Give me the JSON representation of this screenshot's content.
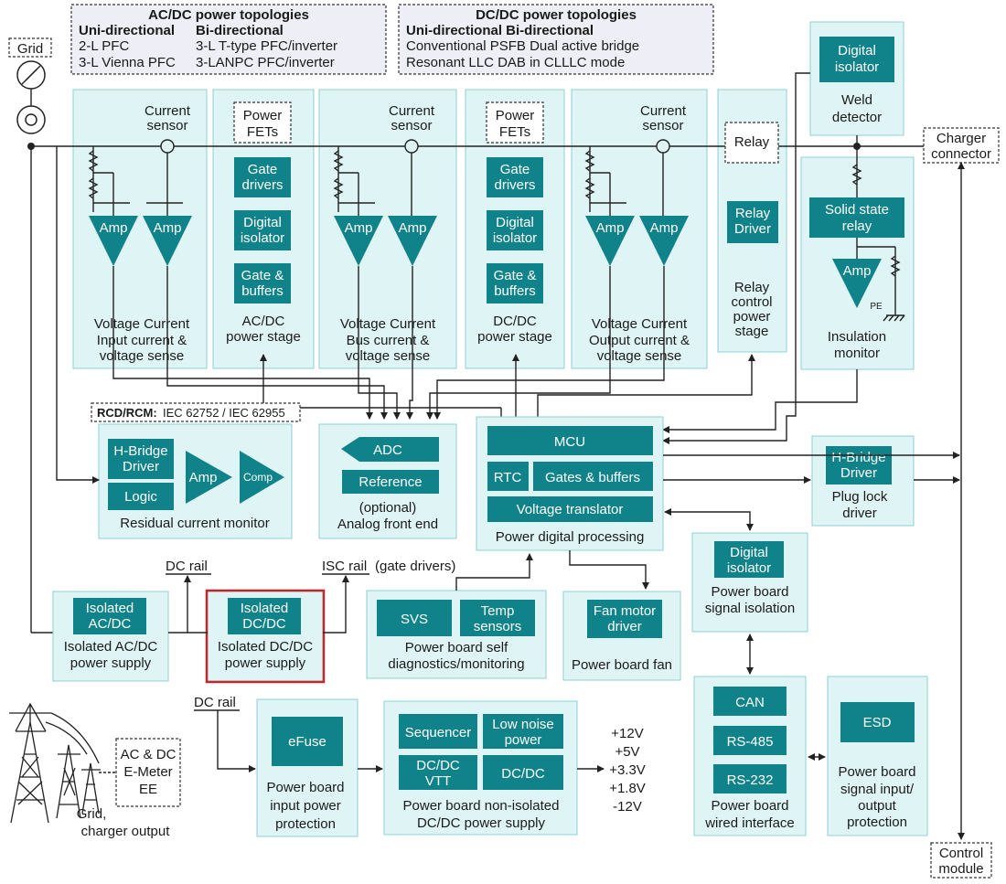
{
  "ac_topologies": {
    "title": "AC/DC power topologies",
    "uni": "Uni-directional",
    "bi": "Bi-directional",
    "uni1": "2-L PFC",
    "uni2": "3-L Vienna PFC",
    "bi1": "3-L T-type PFC/inverter",
    "bi2": "3-LANPC PFC/inverter"
  },
  "dc_topologies": {
    "title": "DC/DC power topologies",
    "header": "Uni-directional Bi-directional",
    "l1": "Conventional PSFB Dual active bridge",
    "l2": "Resonant LLC DAB in CLLLC mode"
  },
  "grid": "Grid",
  "charger_connector": [
    "Charger",
    "connector"
  ],
  "control_module": [
    "Control",
    "module"
  ],
  "current_sensor": [
    "Current",
    "sensor"
  ],
  "power_fets": [
    "Power",
    "FETs"
  ],
  "amp": "Amp",
  "comp": "Comp",
  "voltage_current": "Voltage Current",
  "input_sense": [
    "Input current &",
    "voltage sense"
  ],
  "bus_sense": [
    "Bus current &",
    "voltage sense"
  ],
  "output_sense": [
    "Output current &",
    "voltage sense"
  ],
  "gate_drivers": [
    "Gate",
    "drivers"
  ],
  "digital_isolator": [
    "Digital",
    "isolator"
  ],
  "gate_buffers": [
    "Gate &",
    "buffers"
  ],
  "acdc_stage": [
    "AC/DC",
    "power stage"
  ],
  "dcdc_stage": [
    "DC/DC",
    "power stage"
  ],
  "relay": "Relay",
  "relay_driver": [
    "Relay",
    "Driver"
  ],
  "relay_control": [
    "Relay",
    "control",
    "power",
    "stage"
  ],
  "weld_detector": [
    "Weld",
    "detector"
  ],
  "solid_state_relay": [
    "Solid state",
    "relay"
  ],
  "pe": "PE",
  "insulation_monitor": [
    "Insulation",
    "monitor"
  ],
  "rcd_label": "RCD/RCM:",
  "rcd_std": "IEC 62752 / IEC 62955",
  "hbridge_driver": [
    "H-Bridge",
    "Driver"
  ],
  "logic": "Logic",
  "residual_monitor": "Residual current monitor",
  "adc": "ADC",
  "reference": "Reference",
  "afe": [
    "(optional)",
    "Analog front end"
  ],
  "mcu": "MCU",
  "rtc": "RTC",
  "gates_buffers": "Gates & buffers",
  "voltage_translator": "Voltage translator",
  "power_digital": "Power digital processing",
  "plug_lock": [
    "Plug lock",
    "driver"
  ],
  "dc_rail": "DC rail",
  "isc_rail": "ISC rail",
  "isc_note": "(gate drivers)",
  "isolated_acdc": [
    "Isolated",
    "AC/DC"
  ],
  "isolated_acdc_supply": [
    "Isolated AC/DC",
    "power supply"
  ],
  "isolated_dcdc": [
    "Isolated",
    "DC/DC"
  ],
  "isolated_dcdc_supply": [
    "Isolated DC/DC",
    "power supply"
  ],
  "svs": "SVS",
  "temp_sensors": [
    "Temp",
    "sensors"
  ],
  "self_diag": [
    "Power board self",
    "diagnostics/monitoring"
  ],
  "fan_driver": [
    "Fan motor",
    "driver"
  ],
  "power_fan": "Power board fan",
  "signal_isolation": [
    "Power board",
    "signal isolation"
  ],
  "efuse": "eFuse",
  "input_protection": [
    "Power board",
    "input power",
    "protection"
  ],
  "sequencer": "Sequencer",
  "low_noise": [
    "Low noise",
    "power"
  ],
  "dcdc_vtt": [
    "DC/DC",
    "VTT"
  ],
  "dcdc": "DC/DC",
  "nonisolated": [
    "Power board non-isolated",
    "DC/DC power supply"
  ],
  "rails": [
    "+12V",
    "+5V",
    "+3.3V",
    "+1.8V",
    "-12V"
  ],
  "can": "CAN",
  "rs485": "RS-485",
  "rs232": "RS-232",
  "wired_interface": [
    "Power board",
    "wired interface"
  ],
  "esd": "ESD",
  "signal_protection": [
    "Power board",
    "signal input/",
    "output",
    "protection"
  ],
  "emeter": [
    "AC & DC",
    "E-Meter",
    "EE"
  ],
  "grid_output": [
    "Grid,",
    "charger output"
  ],
  "colors": {
    "block_bg": "#dff4f4",
    "block_border": "#8fd2d2",
    "chip": "#0f8389",
    "highlight": "#c0282c",
    "topology_bg": "#eeeef6"
  }
}
